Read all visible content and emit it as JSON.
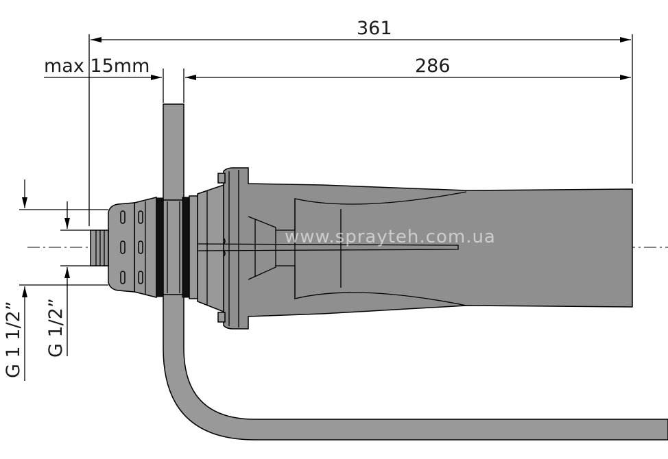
{
  "dimensions": {
    "overall_length": "361",
    "nozzle_length": "286",
    "wall_thickness": "max 15mm",
    "outer_thread": "G 1 1/2”",
    "inner_thread": "G 1/2”"
  },
  "watermark": "www.sprayteh.com.ua",
  "colors": {
    "part_fill": "#8f8f8f",
    "line": "#000000",
    "background": "#ffffff"
  }
}
